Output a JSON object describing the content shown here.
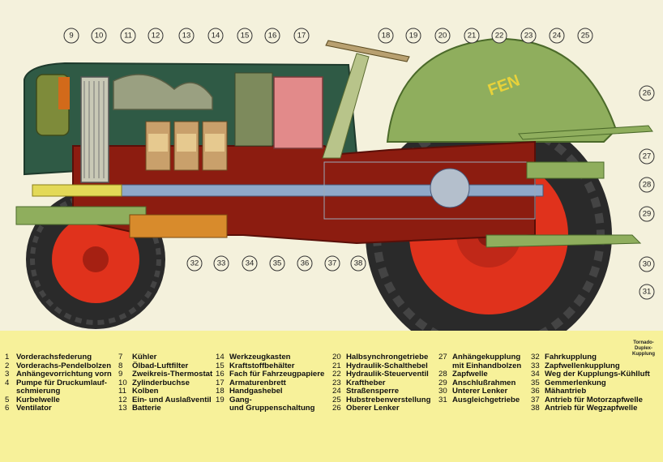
{
  "callouts": [
    "9",
    "10",
    "11",
    "12",
    "13",
    "14",
    "15",
    "16",
    "17",
    "18",
    "19",
    "20",
    "21",
    "22",
    "23",
    "24",
    "25",
    "26",
    "27",
    "28",
    "29",
    "30",
    "31",
    "32",
    "33",
    "34",
    "35",
    "36",
    "37",
    "38"
  ],
  "logo_text": "FEN",
  "colors": {
    "tractor_green": "#8fae5d",
    "engine_red": "#8c1c10",
    "tyre_dark": "#2a2a2a",
    "wheel_red": "#e0321c",
    "legend_bg": "#f7f19a",
    "sky_bg": "#f4f1dc",
    "axle_blue": "#8fa8c8"
  },
  "legend": {
    "columns": [
      [
        {
          "n": "1",
          "t": "Vorderachsfederung"
        },
        {
          "n": "2",
          "t": "Vorderachs-Pendelbolzen"
        },
        {
          "n": "3",
          "t": "Anhängevorrichtung vorn"
        },
        {
          "n": "4",
          "t": "Pumpe für Druckumlauf-"
        },
        {
          "n": "",
          "t": "schmierung"
        },
        {
          "n": "5",
          "t": "Kurbelwelle"
        },
        {
          "n": "6",
          "t": "Ventilator"
        }
      ],
      [
        {
          "n": "7",
          "t": "Kühler"
        },
        {
          "n": "8",
          "t": "Ölbad-Luftfilter"
        },
        {
          "n": "9",
          "t": "Zweikreis-Thermostat"
        },
        {
          "n": "10",
          "t": "Zylinderbuchse"
        },
        {
          "n": "11",
          "t": "Kolben"
        },
        {
          "n": "12",
          "t": "Ein- und Auslaßventil"
        },
        {
          "n": "13",
          "t": "Batterie"
        }
      ],
      [
        {
          "n": "14",
          "t": "Werkzeugkasten"
        },
        {
          "n": "15",
          "t": "Kraftstoffbehälter"
        },
        {
          "n": "16",
          "t": "Fach für Fahrzeugpapiere"
        },
        {
          "n": "17",
          "t": "Armaturenbrett"
        },
        {
          "n": "18",
          "t": "Handgashebel"
        },
        {
          "n": "19",
          "t": "Gang-"
        },
        {
          "n": "",
          "t": "und Gruppenschaltung"
        }
      ],
      [
        {
          "n": "20",
          "t": "Halbsynchrongetriebe"
        },
        {
          "n": "21",
          "t": "Hydraulik-Schalthebel"
        },
        {
          "n": "22",
          "t": "Hydraulik-Steuerventil"
        },
        {
          "n": "23",
          "t": "Kraftheber"
        },
        {
          "n": "24",
          "t": "Straßensperre"
        },
        {
          "n": "25",
          "t": "Hubstrebenverstellung"
        },
        {
          "n": "26",
          "t": "Oberer Lenker"
        }
      ],
      [
        {
          "n": "27",
          "t": "Anhängekupplung"
        },
        {
          "n": "",
          "t": "mit Einhandbolzen"
        },
        {
          "n": "28",
          "t": "Zapfwelle"
        },
        {
          "n": "29",
          "t": "Anschlußrahmen"
        },
        {
          "n": "30",
          "t": "Unterer Lenker"
        },
        {
          "n": "31",
          "t": "Ausgleichgetriebe"
        }
      ],
      [
        {
          "n": "32",
          "t": "Fahrkupplung"
        },
        {
          "n": "33",
          "t": "Zapfwellenkupplung"
        },
        {
          "n": "34",
          "t": "Weg der Kupplungs-Kühlluft"
        },
        {
          "n": "35",
          "t": "Gemmerlenkung"
        },
        {
          "n": "36",
          "t": "Mähantrieb"
        },
        {
          "n": "37",
          "t": "Antrieb für Motorzapfwelle"
        },
        {
          "n": "38",
          "t": "Antrieb für Wegzapfwelle"
        }
      ]
    ],
    "note": "Tornado-Duplex-Kupplung"
  }
}
